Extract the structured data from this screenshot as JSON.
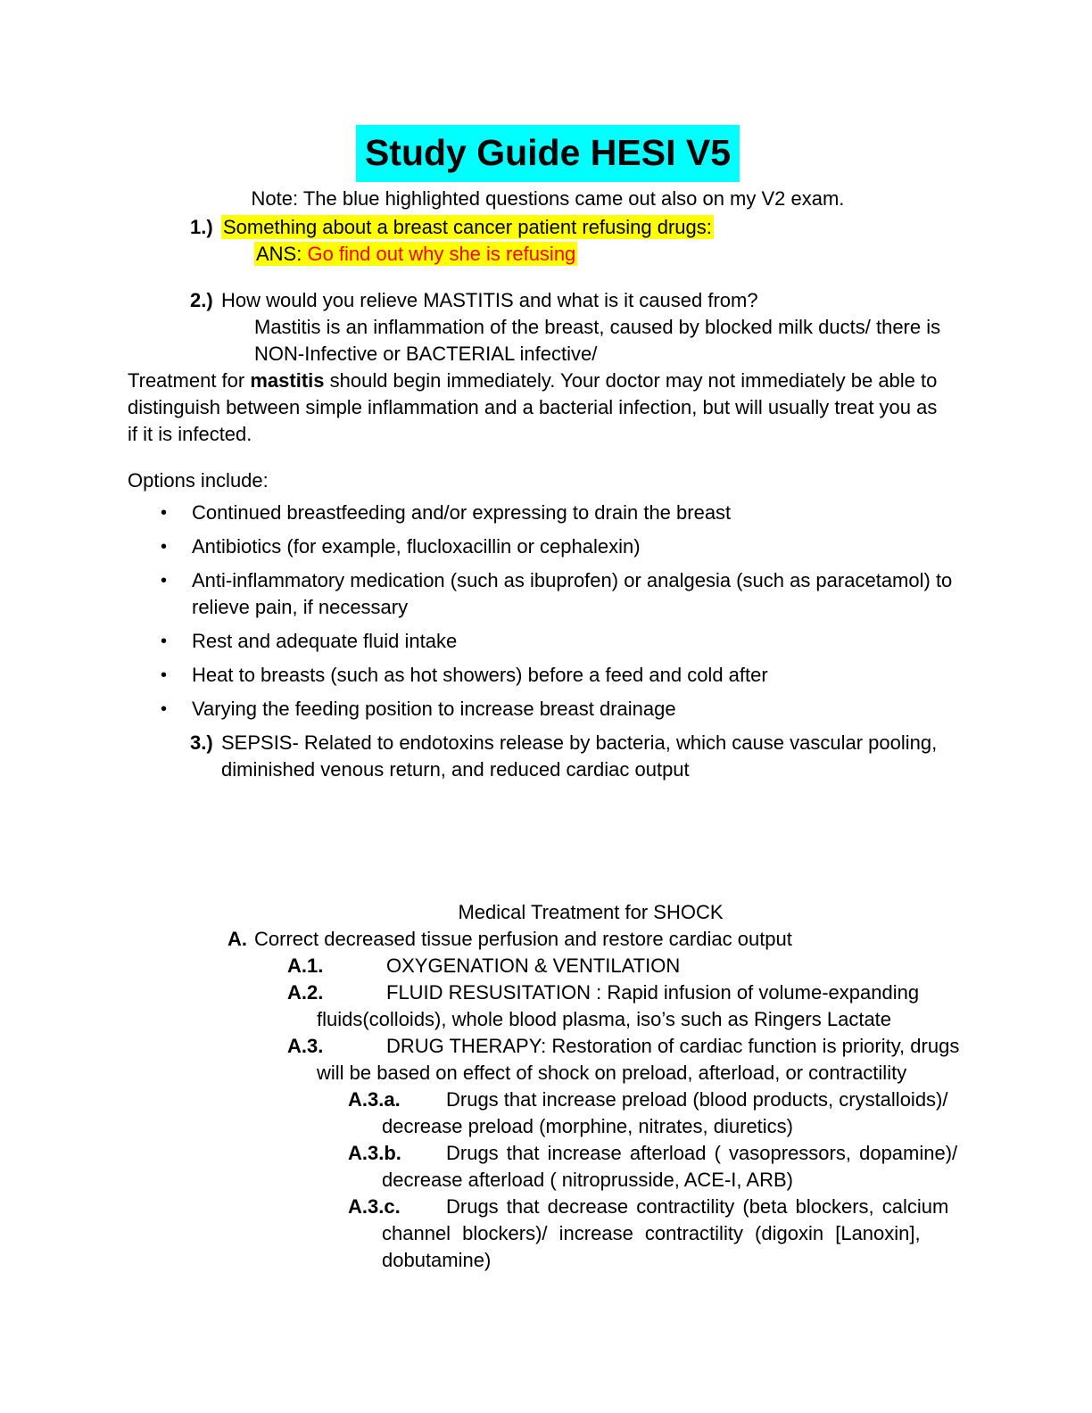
{
  "title": "Study Guide HESI V5",
  "note": "Note: The blue highlighted questions came out also on my V2 exam.",
  "colors": {
    "title_highlight": "#00ffff",
    "question_highlight": "#ffff00",
    "answer_text_red": "#ff0000",
    "body_text": "#000000",
    "page_background": "#ffffff"
  },
  "q1": {
    "marker": "1.)",
    "question": "Something about a breast cancer patient refusing drugs:",
    "answer_label": "ANS: ",
    "answer": "Go find out why she is refusing"
  },
  "q2": {
    "marker": "2.)",
    "question": "How would you relieve MASTITIS and what is it caused from?",
    "answer_lines": [
      "Mastitis is an inflammation of the breast, caused by blocked milk ducts/ there is",
      "NON-Infective or BACTERIAL infective/"
    ]
  },
  "treatment": {
    "line1_prefix": "Treatment for ",
    "line1_bold": "mastitis",
    "line1_rest": " should begin immediately. Your doctor may not immediately be able to",
    "line2": "distinguish between simple inflammation and a bacterial infection, but will usually treat you as",
    "line3": "if it is infected."
  },
  "options": {
    "heading": "Options include:",
    "bullet_glyph": "•",
    "bullets": [
      [
        "Continued breastfeeding and/or expressing to drain the breast"
      ],
      [
        "Antibiotics (for example, flucloxacillin or cephalexin)"
      ],
      [
        "Anti-inflammatory medication (such as ibuprofen) or analgesia (such as paracetamol) to",
        "relieve pain, if necessary"
      ],
      [
        "Rest and adequate fluid intake"
      ],
      [
        "Heat to breasts (such as hot showers) before a feed and cold after"
      ],
      [
        "Varying the feeding position to increase breast drainage"
      ]
    ]
  },
  "q3": {
    "marker": "3.)",
    "lines": [
      "SEPSIS- Related to endotoxins release by bacteria, which cause vascular pooling,",
      "diminished venous return, and reduced cardiac output"
    ]
  },
  "shock": {
    "heading": "Medical Treatment for SHOCK",
    "item_a": {
      "marker": "A.",
      "text": "Correct decreased tissue perfusion and restore cardiac output"
    },
    "sub_items": [
      {
        "marker": "A.1.",
        "lines": [
          "OXYGENATION & VENTILATION"
        ]
      },
      {
        "marker": "A.2.",
        "lines": [
          "FLUID RESUSITATION : Rapid infusion of volume-expanding",
          "fluids(colloids), whole blood plasma, iso’s such as Ringers Lactate"
        ]
      },
      {
        "marker": "A.3.",
        "lines": [
          "DRUG THERAPY: Restoration of cardiac function is priority, drugs",
          "will be based on effect of shock on preload, afterload, or contractility"
        ]
      }
    ],
    "drug_items": [
      {
        "marker": "A.3.a.",
        "lines": [
          "Drugs that increase preload (blood products, crystalloids)/",
          "decrease preload (morphine, nitrates, diuretics)"
        ]
      },
      {
        "marker": "A.3.b.",
        "lines": [
          "Drugs that increase afterload ( vasopressors, dopamine)/",
          "decrease afterload ( nitroprusside, ACE-I, ARB)"
        ]
      },
      {
        "marker": "A.3.c.",
        "lines": [
          "Drugs that decrease contractility (beta blockers, calcium",
          "channel blockers)/ increase contractility (digoxin [Lanoxin],",
          "dobutamine)"
        ]
      }
    ]
  }
}
